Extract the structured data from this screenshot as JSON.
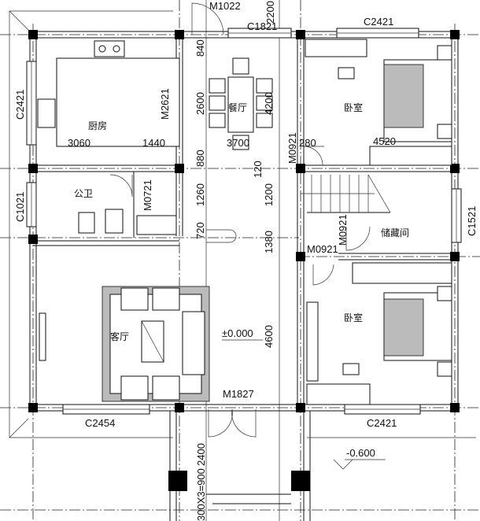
{
  "plan": {
    "rooms": {
      "kitchen": "厨房",
      "dining": "餐厅",
      "bedroom_north": "卧室",
      "bathroom": "公卫",
      "storage": "储藏间",
      "living": "客厅",
      "bedroom_south": "卧室"
    },
    "doors": {
      "m1022": "M1022",
      "m2621": "M2621",
      "m0921_a": "M0921",
      "m0721": "M0721",
      "m0921_b": "M0921",
      "m0921_c": "M0921",
      "m1827": "M1827"
    },
    "windows": {
      "c1821": "C1821",
      "c2421_top": "C2421",
      "c2421_left": "C2421",
      "c1021": "C1021",
      "c1521": "C1521",
      "c2454": "C2454",
      "c2421_bottom": "C2421"
    },
    "dimensions": {
      "d2200": "2200",
      "d840": "840",
      "d2600": "2600",
      "d4200": "4200",
      "d3060": "3060",
      "d1440": "1440",
      "d3700": "3700",
      "d880": "880",
      "d280": "280",
      "d4520": "4520",
      "d120": "120",
      "d1260": "1260",
      "d1200": "1200",
      "d720": "720",
      "d1380": "1380",
      "d4600": "4600",
      "d2400": "2400",
      "d900": "300X3=900"
    },
    "levels": {
      "floor": "±0.000",
      "outside": "-0.600"
    }
  }
}
